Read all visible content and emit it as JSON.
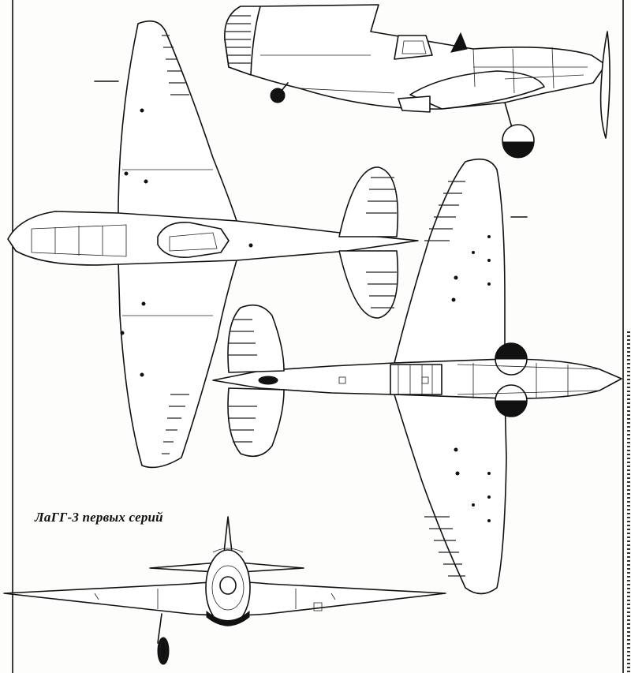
{
  "caption": "ЛаГГ-3 первых серий",
  "colors": {
    "line": "#111111",
    "paper": "#fdfdfc"
  },
  "views": [
    {
      "name": "side-view"
    },
    {
      "name": "top-view"
    },
    {
      "name": "bottom-view"
    },
    {
      "name": "front-view"
    }
  ]
}
